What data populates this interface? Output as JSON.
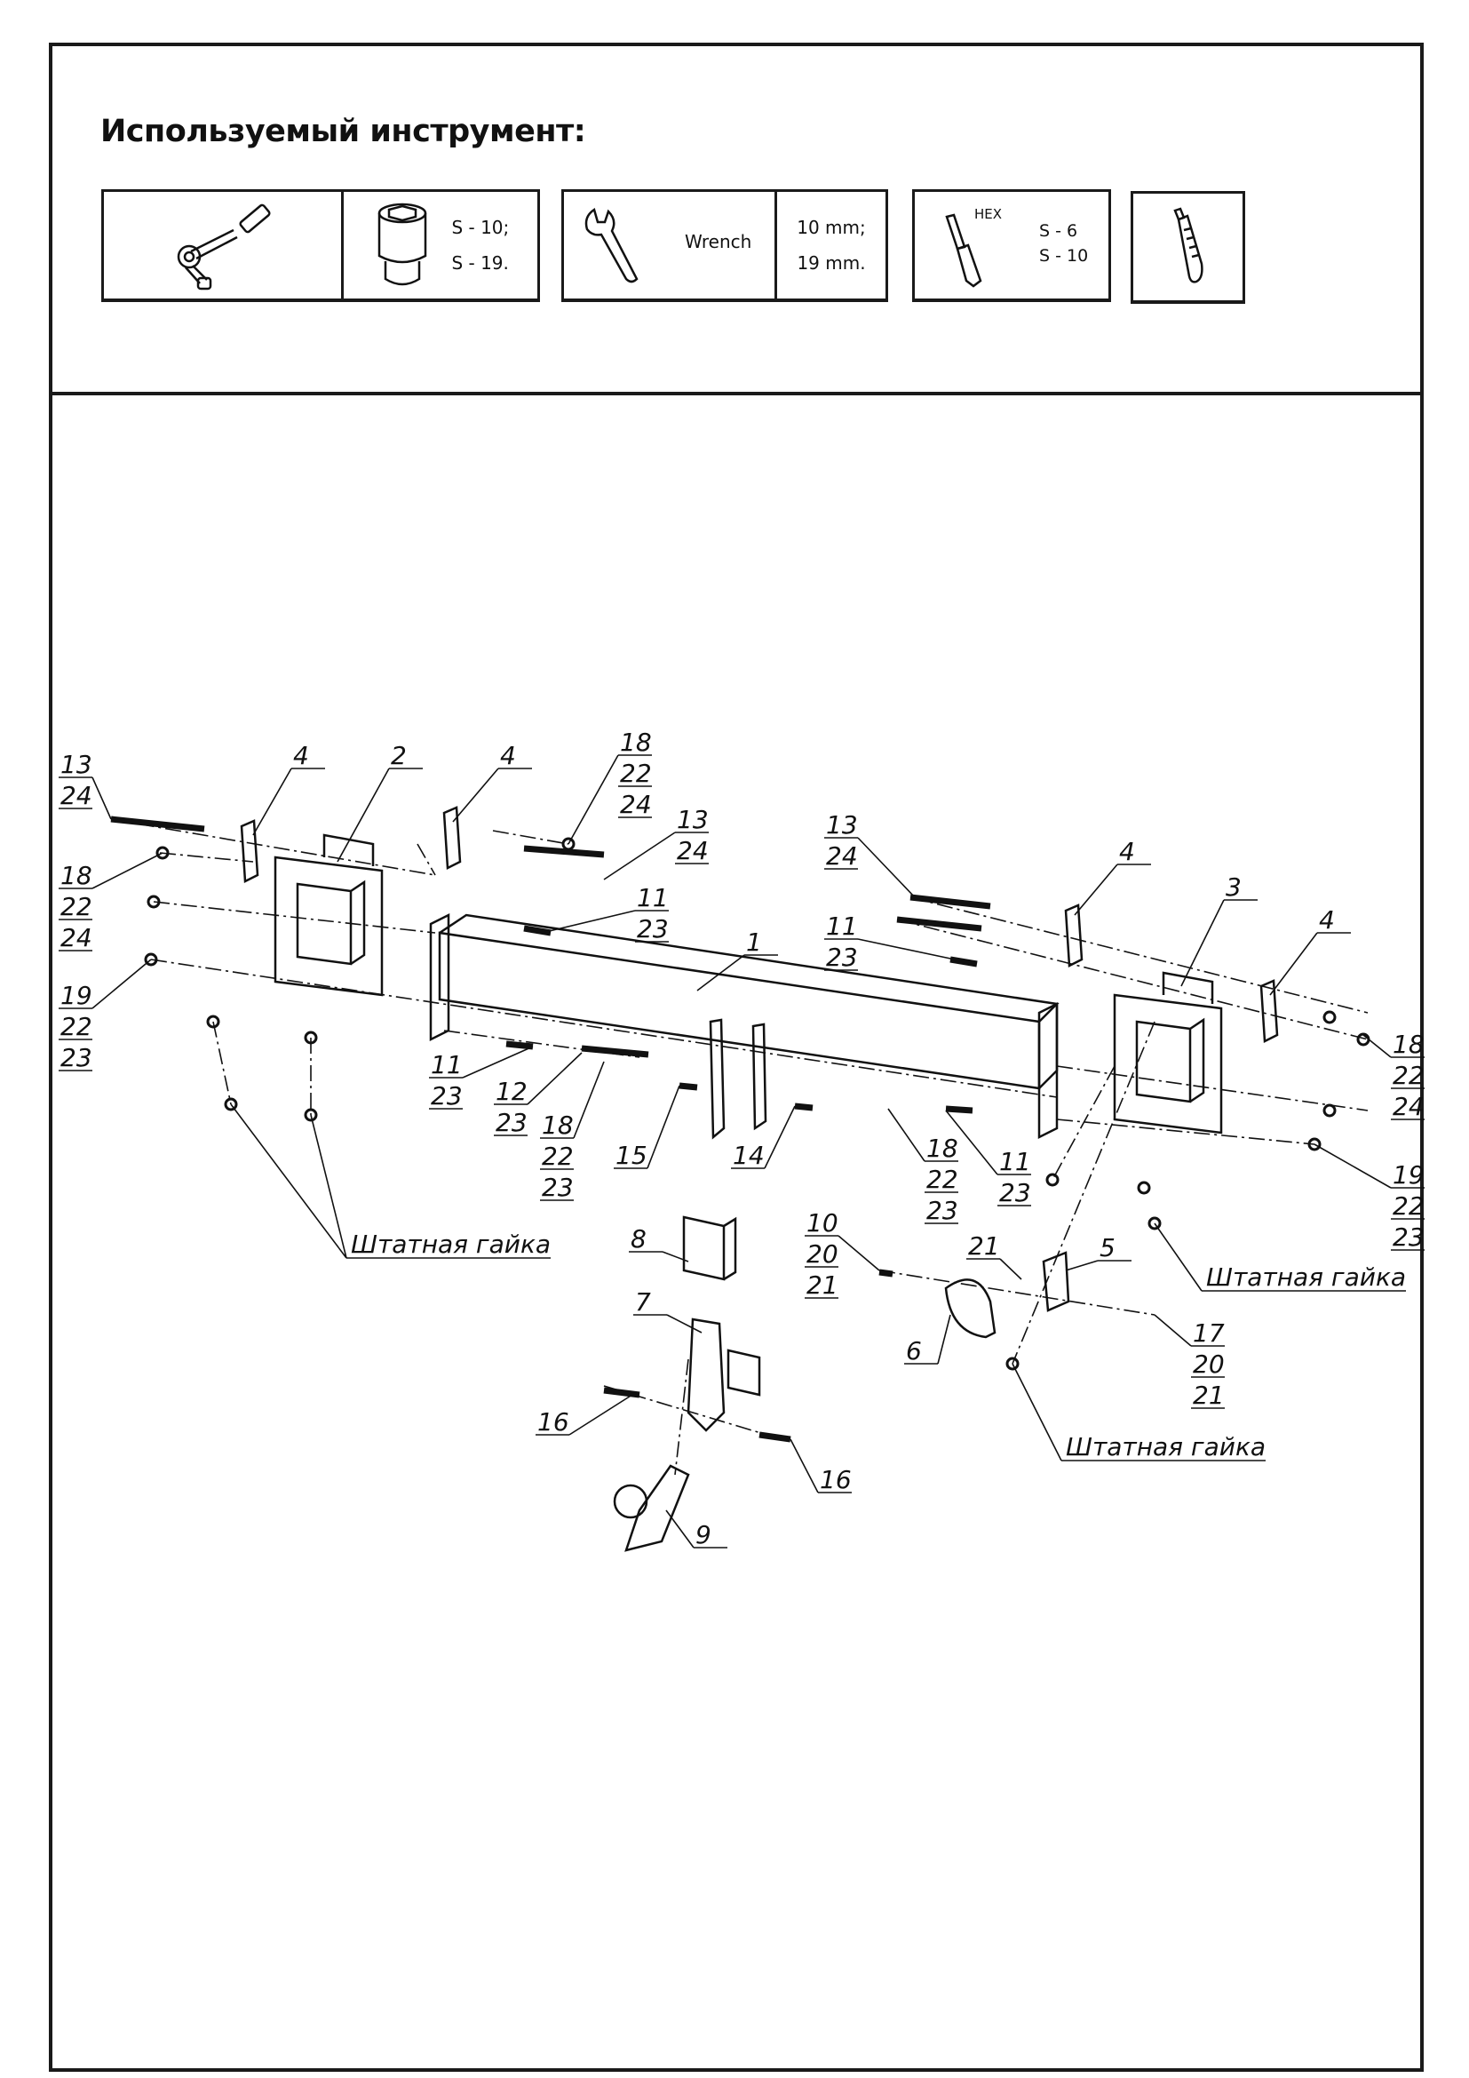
{
  "title": "Используемый инструмент:",
  "tools": [
    {
      "icon": "ratchet-wrench-icon",
      "socket_icon": "socket-head-icon",
      "sizes": [
        "S - 10;",
        "S - 19."
      ]
    },
    {
      "icon": "open-end-wrench-icon",
      "name": "Wrench",
      "sizes": [
        "10 mm;",
        "19 mm."
      ]
    },
    {
      "icon": "hex-bit-icon",
      "badge": "HEX",
      "sizes": [
        "S - 6",
        "S - 10"
      ]
    },
    {
      "icon": "utility-knife-icon"
    }
  ],
  "diagram": {
    "callouts": [
      [
        "13",
        "24"
      ],
      [
        "4"
      ],
      [
        "2"
      ],
      [
        "4"
      ],
      [
        "18",
        "22",
        "24"
      ],
      [
        "13",
        "24"
      ],
      [
        "18",
        "22",
        "24"
      ],
      [
        "11",
        "23"
      ],
      [
        "19",
        "22",
        "23"
      ],
      [
        "13",
        "24"
      ],
      [
        "4"
      ],
      [
        "3"
      ],
      [
        "4"
      ],
      [
        "11",
        "23"
      ],
      [
        "1"
      ],
      [
        "18",
        "22",
        "24"
      ],
      [
        "11",
        "23"
      ],
      [
        "12",
        "23"
      ],
      [
        "18",
        "22",
        "23"
      ],
      [
        "15"
      ],
      [
        "14"
      ],
      [
        "18",
        "22",
        "23"
      ],
      [
        "11",
        "23"
      ],
      [
        "19",
        "22",
        "23"
      ],
      [
        "8"
      ],
      [
        "10",
        "20",
        "21"
      ],
      [
        "21"
      ],
      [
        "5"
      ],
      [
        "7"
      ],
      [
        "6"
      ],
      [
        "17",
        "20",
        "21"
      ],
      [
        "16"
      ],
      [
        "16"
      ],
      [
        "9"
      ]
    ],
    "stock_nut_label": "Штатная гайка"
  }
}
